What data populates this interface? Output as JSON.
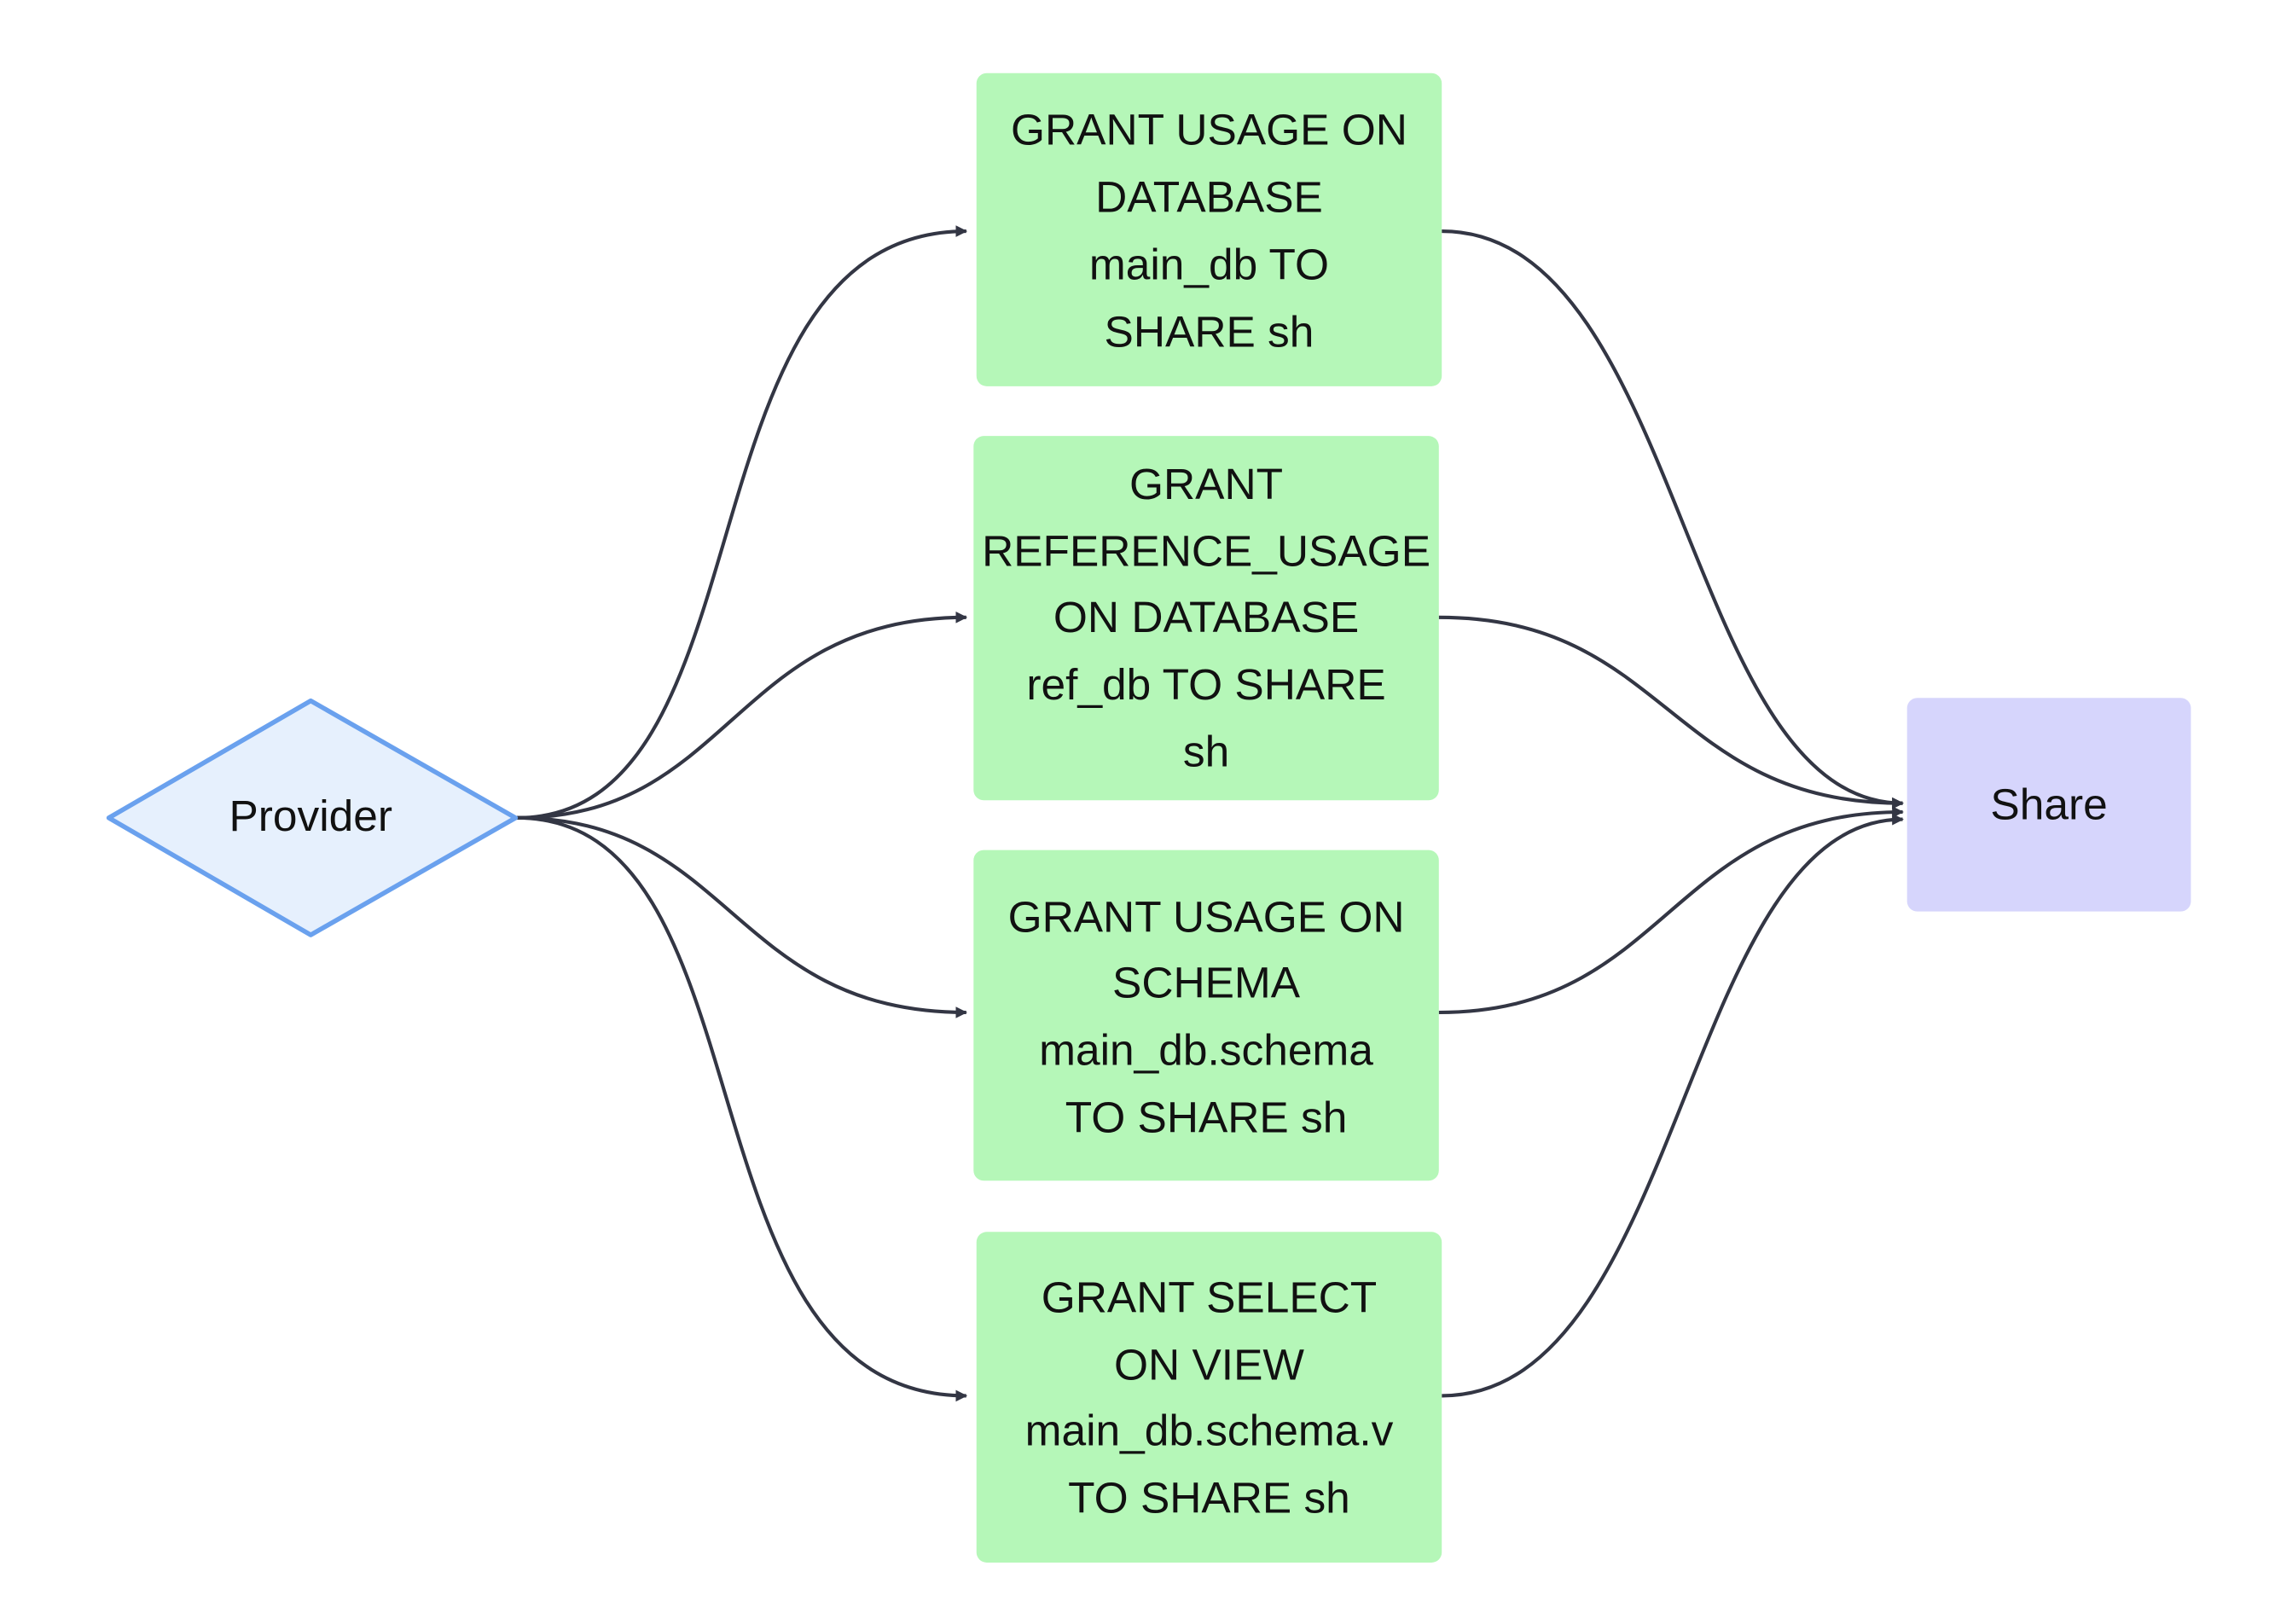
{
  "diagram": {
    "type": "flowchart",
    "nodes": {
      "provider": {
        "label": "Provider",
        "shape": "diamond"
      },
      "grant_usage_db": {
        "label": "GRANT USAGE ON DATABASE main_db TO SHARE sh",
        "lines": [
          "GRANT USAGE ON",
          "DATABASE",
          "main_db TO",
          "SHARE sh"
        ]
      },
      "grant_reference_usage": {
        "label": "GRANT REFERENCE_USAGE ON DATABASE ref_db TO SHARE sh",
        "lines": [
          "GRANT",
          "REFERENCE_USAGE",
          "ON DATABASE",
          "ref_db TO SHARE",
          "sh"
        ]
      },
      "grant_usage_schema": {
        "label": "GRANT USAGE ON SCHEMA main_db.schema TO SHARE sh",
        "lines": [
          "GRANT USAGE ON",
          "SCHEMA",
          "main_db.schema",
          "TO SHARE sh"
        ]
      },
      "grant_select_view": {
        "label": "GRANT SELECT ON VIEW main_db.schema.v TO SHARE sh",
        "lines": [
          "GRANT SELECT",
          "ON VIEW",
          "main_db.schema.v",
          "TO SHARE sh"
        ]
      },
      "share": {
        "label": "Share",
        "shape": "rectangle"
      }
    },
    "edges": [
      {
        "from": "provider",
        "to": "grant_usage_db"
      },
      {
        "from": "provider",
        "to": "grant_reference_usage"
      },
      {
        "from": "provider",
        "to": "grant_usage_schema"
      },
      {
        "from": "provider",
        "to": "grant_select_view"
      },
      {
        "from": "grant_usage_db",
        "to": "share"
      },
      {
        "from": "grant_reference_usage",
        "to": "share"
      },
      {
        "from": "grant_usage_schema",
        "to": "share"
      },
      {
        "from": "grant_select_view",
        "to": "share"
      }
    ],
    "colors": {
      "grant_fill": "#b5f7b8",
      "provider_fill": "#e6f0fd",
      "provider_stroke": "#6aa1ee",
      "share_fill": "#d6d5fc",
      "edge": "#333644"
    }
  }
}
